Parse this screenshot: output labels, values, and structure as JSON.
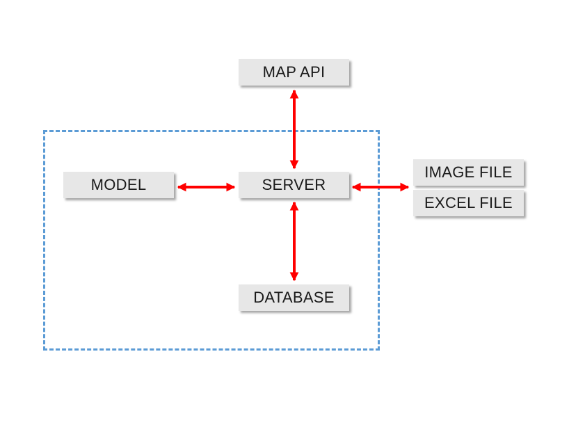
{
  "diagram": {
    "nodes": {
      "map_api": "MAP API",
      "model": "MODEL",
      "server": "SERVER",
      "database": "DATABASE",
      "image_file": "IMAGE FILE",
      "excel_file": "EXCEL FILE"
    },
    "connections": [
      {
        "from": "map_api",
        "to": "server",
        "direction": "both"
      },
      {
        "from": "model",
        "to": "server",
        "direction": "both"
      },
      {
        "from": "server",
        "to": "database",
        "direction": "both"
      },
      {
        "from": "server",
        "to": "files",
        "direction": "both"
      }
    ],
    "colors": {
      "arrow": "#ff0000",
      "boundary": "#5b9bd5",
      "node_fill": "#e7e7e7"
    }
  }
}
